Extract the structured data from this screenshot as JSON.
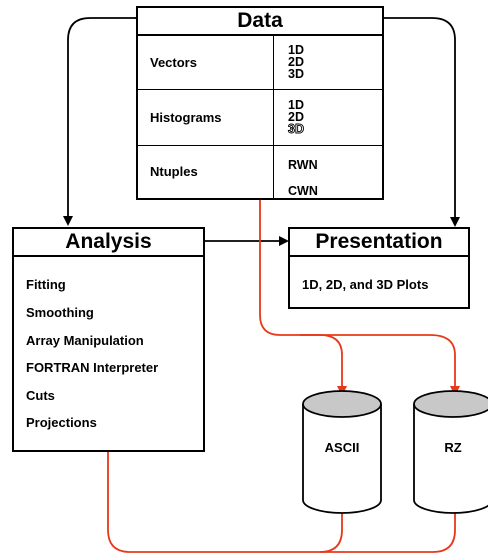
{
  "data_box": {
    "title": "Data",
    "rows": [
      {
        "label": "Vectors",
        "items": [
          "1D",
          "2D",
          "3D"
        ]
      },
      {
        "label": "Histograms",
        "items": [
          "1D",
          "2D",
          "3D"
        ]
      },
      {
        "label": "Ntuples",
        "items": [
          "RWN",
          "CWN"
        ]
      }
    ]
  },
  "analysis_box": {
    "title": "Analysis",
    "items": [
      "Fitting",
      "Smoothing",
      "Array Manipulation",
      "FORTRAN Interpreter",
      "Cuts",
      "Projections"
    ]
  },
  "presentation_box": {
    "title": "Presentation",
    "content": "1D, 2D, and 3D Plots"
  },
  "storage": {
    "ascii": "ASCII",
    "rz": "RZ"
  },
  "colors": {
    "black_arrows": "#000000",
    "io_arrows": "#e8391a",
    "cylinder_top": "#c8c8c8"
  }
}
